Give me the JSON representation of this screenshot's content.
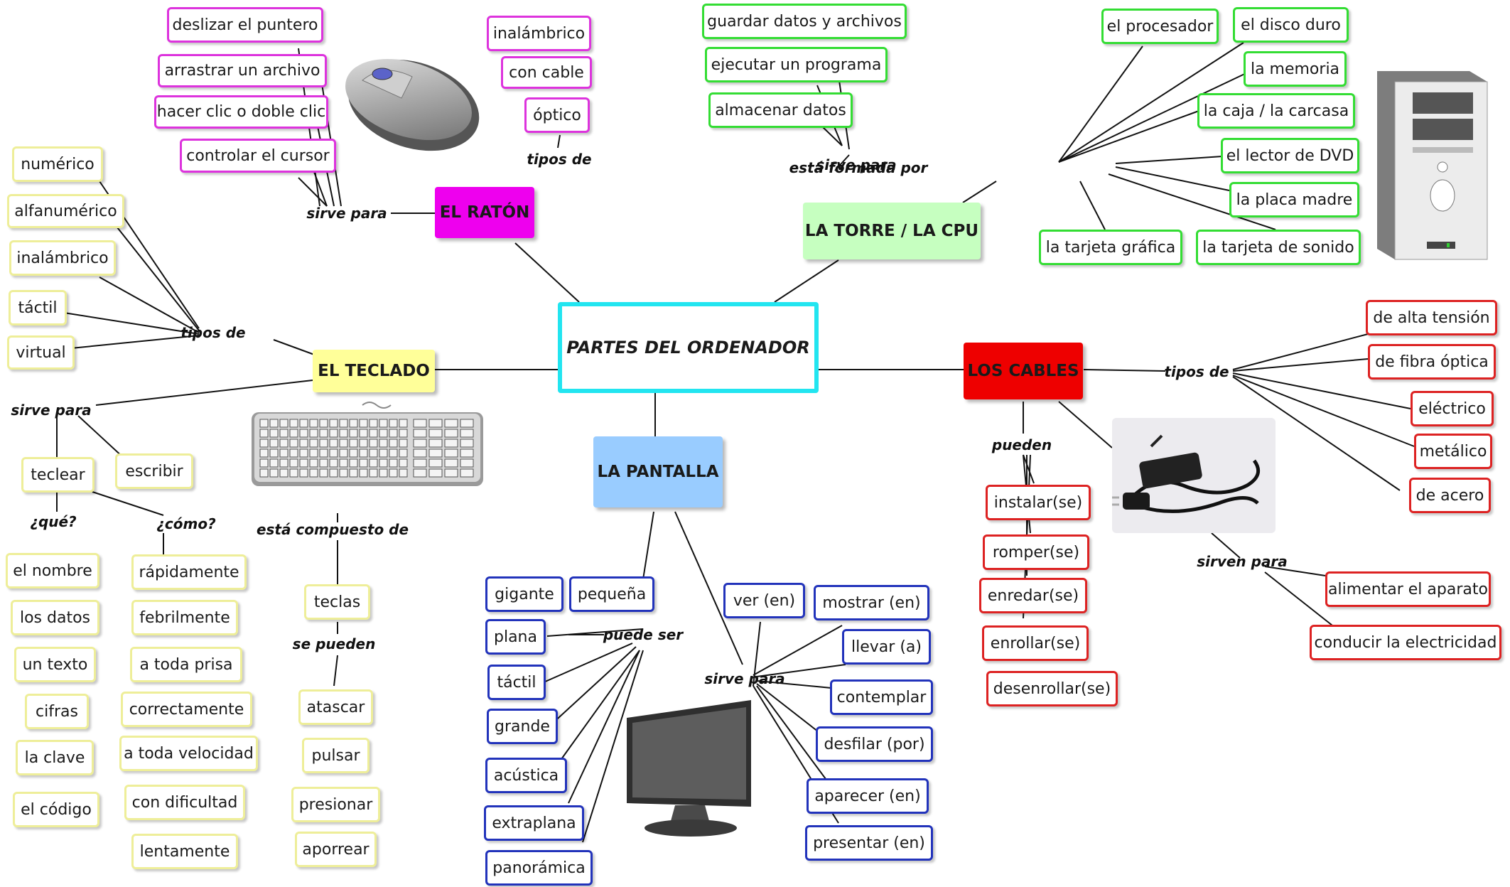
{
  "colors": {
    "raton": "#ee00ee",
    "teclado": "#ffff99",
    "torre": "#c6ffc0",
    "pantalla": "#99ccff",
    "cables": "#ee0000",
    "center_border": "#22e5f0",
    "raton_leaf_border": "#dd33dd",
    "teclado_leaf_border": "#eeee99",
    "torre_leaf_border": "#33dd33",
    "pantalla_leaf_border": "#2233bb",
    "cables_leaf_border": "#dd2222"
  },
  "center": "PARTES DEL ORDENADOR",
  "raton": {
    "title": "EL RATÓN",
    "sirve_para_label": "sirve para",
    "sirve_para": [
      "deslizar el puntero",
      "arrastrar un archivo",
      "hacer clic o doble clic",
      "controlar el cursor"
    ],
    "tipos_de_label": "tipos de",
    "tipos": [
      "inalámbrico",
      "con cable",
      "óptico"
    ],
    "image": "mouse-illustration"
  },
  "teclado": {
    "title": "EL TECLADO",
    "tipos_de_label": "tipos de",
    "tipos": [
      "numérico",
      "alfanumérico",
      "inalámbrico",
      "táctil",
      "virtual"
    ],
    "sirve_para_label": "sirve para",
    "sirve_para": [
      "teclear",
      "escribir"
    ],
    "que_label": "¿qué?",
    "que": [
      "el nombre",
      "los datos",
      "un texto",
      "cifras",
      "la clave",
      "el código"
    ],
    "como_label": "¿cómo?",
    "como": [
      "rápidamente",
      "febrilmente",
      "a toda prisa",
      "correctamente",
      "a toda velocidad",
      "con dificultad",
      "lentamente"
    ],
    "compuesto_label": "está compuesto de",
    "compuesto": "teclas",
    "se_pueden_label": "se pueden",
    "se_pueden": [
      "atascar",
      "pulsar",
      "presionar",
      "aporrear"
    ],
    "image": "keyboard-illustration"
  },
  "torre": {
    "title": "LA TORRE / LA CPU",
    "sirve_para_label": "sirve para",
    "sirve_para": [
      "guardar datos y archivos",
      "ejecutar un programa",
      "almacenar datos"
    ],
    "formada_label": "está formada por",
    "formada": [
      "el procesador",
      "el disco duro",
      "la memoria",
      "la caja / la carcasa",
      "el lector de DVD",
      "la placa madre",
      "la tarjeta de sonido",
      "la tarjeta gráfica"
    ],
    "image": "computer-tower-illustration"
  },
  "pantalla": {
    "title": "LA PANTALLA",
    "puede_ser_label": "puede ser",
    "puede_ser": [
      "gigante",
      "pequeña",
      "plana",
      "táctil",
      "grande",
      "acústica",
      "extraplana",
      "panorámica"
    ],
    "sirve_para_label": "sirve para",
    "sirve_para": [
      "ver (en)",
      "mostrar (en)",
      "llevar (a)",
      "contemplar",
      "desfilar (por)",
      "aparecer (en)",
      "presentar (en)"
    ],
    "image": "monitor-illustration"
  },
  "cables": {
    "title": "LOS CABLES",
    "tipos_de_label": "tipos de",
    "tipos": [
      "de alta tensión",
      "de fibra óptica",
      "eléctrico",
      "metálico",
      "de acero"
    ],
    "pueden_label": "pueden",
    "pueden": [
      "instalar(se)",
      "romper(se)",
      "enredar(se)",
      "enrollar(se)",
      "desenrollar(se)"
    ],
    "sirven_para_label": "sirven para",
    "sirven_para": [
      "alimentar el aparato",
      "conducir la electricidad"
    ],
    "image": "power-adapter-illustration"
  }
}
